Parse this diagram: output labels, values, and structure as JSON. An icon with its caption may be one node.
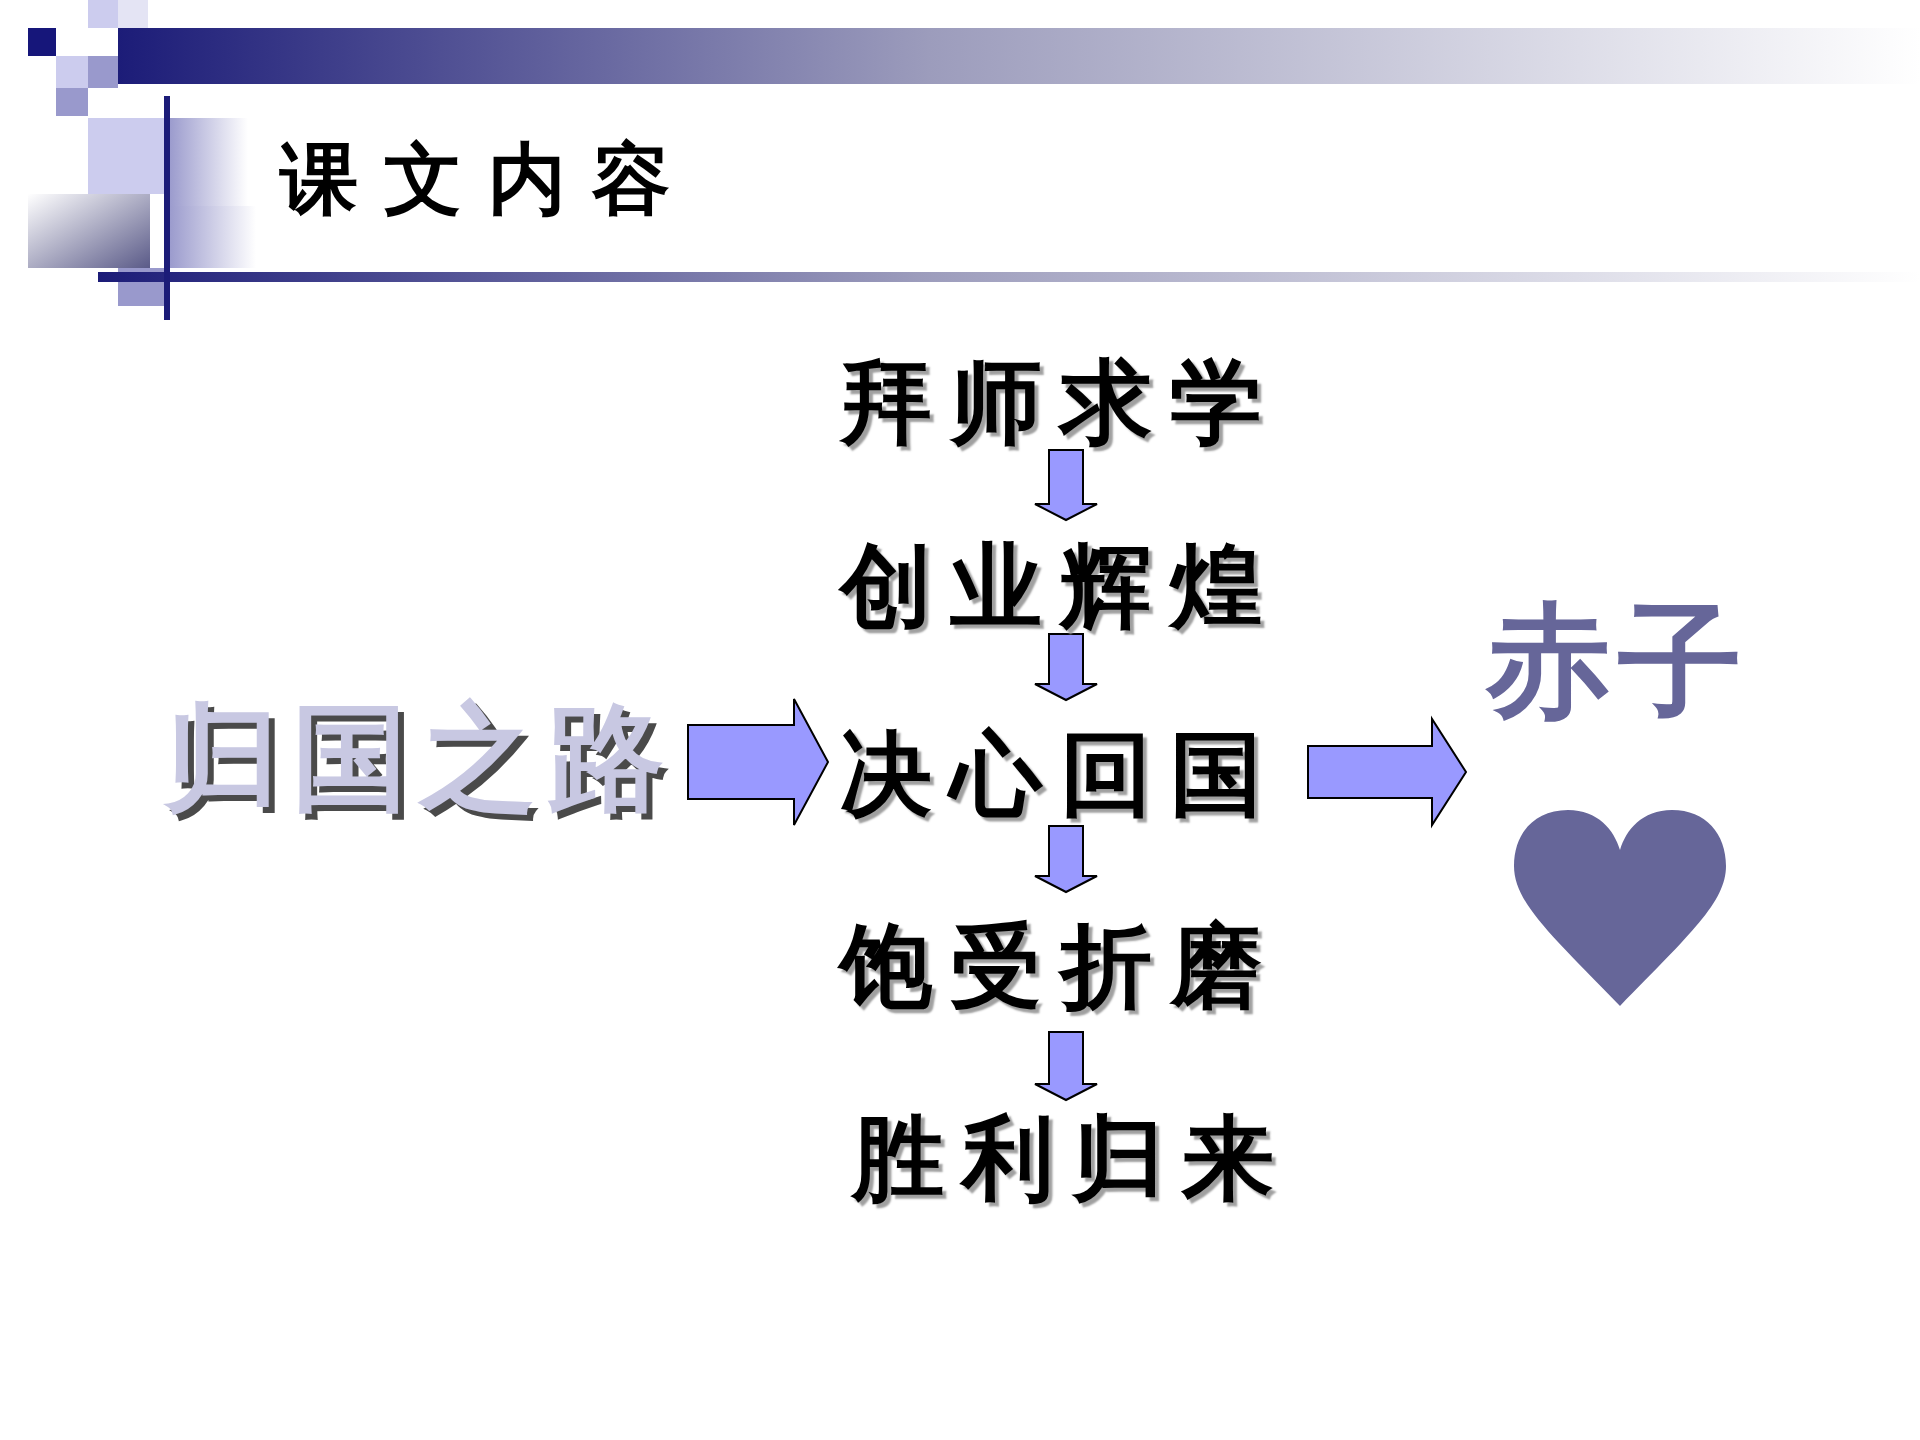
{
  "diagram": {
    "title": "课文内容",
    "nodes": [
      {
        "text": [
          "归国之路"
        ]
      },
      {
        "text": [
          "拜师求学"
        ]
      },
      {
        "text": [
          "创业辉煌"
        ]
      },
      {
        "text": [
          "决心回国"
        ]
      },
      {
        "text": [
          "饱受折磨"
        ]
      },
      {
        "text": [
          "胜利归来"
        ]
      },
      {
        "text": [
          "赤子"
        ]
      }
    ],
    "edges": [
      {
        "from": 0,
        "to": 3,
        "arrow": "to"
      },
      {
        "from": 1,
        "to": 2,
        "arrow": "to"
      },
      {
        "from": 2,
        "to": 3,
        "arrow": "to"
      },
      {
        "from": 3,
        "to": 4,
        "arrow": "to"
      },
      {
        "from": 4,
        "to": 5,
        "arrow": "to"
      },
      {
        "from": 3,
        "to": 6,
        "arrow": "to"
      }
    ]
  }
}
